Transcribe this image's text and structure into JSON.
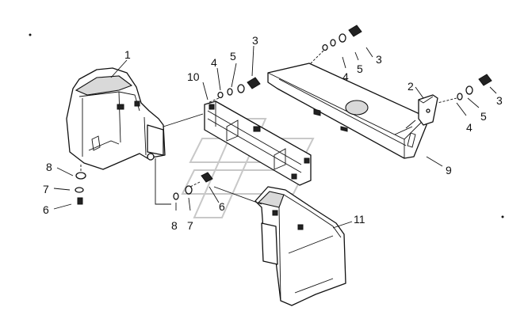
{
  "callouts": [
    {
      "id": "c1a",
      "label": "1"
    },
    {
      "id": "c10",
      "label": "10"
    },
    {
      "id": "c4a",
      "label": "4"
    },
    {
      "id": "c5a",
      "label": "5"
    },
    {
      "id": "c3a",
      "label": "3"
    },
    {
      "id": "c3b",
      "label": "3"
    },
    {
      "id": "c5b",
      "label": "5"
    },
    {
      "id": "c4b",
      "label": "4"
    },
    {
      "id": "c2",
      "label": "2"
    },
    {
      "id": "c3c",
      "label": "3"
    },
    {
      "id": "c5c",
      "label": "5"
    },
    {
      "id": "c4c",
      "label": "4"
    },
    {
      "id": "c9",
      "label": "9"
    },
    {
      "id": "c8a",
      "label": "8"
    },
    {
      "id": "c7a",
      "label": "7"
    },
    {
      "id": "c6a",
      "label": "6"
    },
    {
      "id": "c8b",
      "label": "8"
    },
    {
      "id": "c7b",
      "label": "7"
    },
    {
      "id": "c6b",
      "label": "6"
    },
    {
      "id": "c11",
      "label": "11"
    }
  ]
}
